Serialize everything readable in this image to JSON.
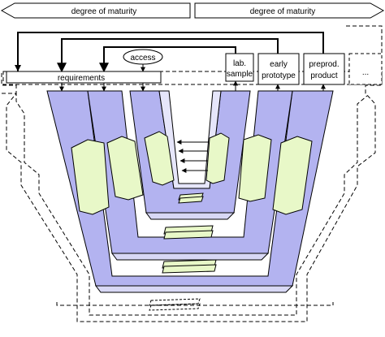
{
  "arrows": {
    "left_label": "degree of maturity",
    "right_label": "degree of maturity"
  },
  "boxes": {
    "requirements": "requirements",
    "access": "access",
    "lab_sample": [
      "lab.",
      "sample"
    ],
    "early_prototype": [
      "early",
      "prototype"
    ],
    "preprod_product": [
      "preprod.",
      "product"
    ],
    "ellipsis": "..."
  },
  "colors": {
    "band_purple": "#b3b3f0",
    "band_lavender": "#d8d8f5",
    "band_inner": "#e6e6fa",
    "doc_green": "#e8f8c8",
    "stroke": "#000000"
  }
}
